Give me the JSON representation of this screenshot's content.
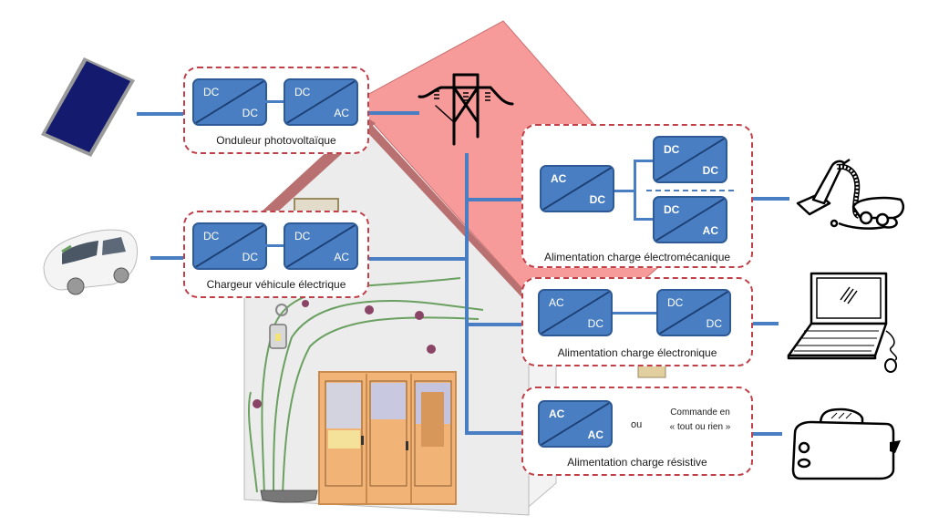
{
  "diagram": {
    "title": "Architecture de conversion d'énergie dans l'habitat",
    "colors": {
      "converter_fill": "#4a7ec2",
      "converter_border": "#2e5a96",
      "bus": "#4a7ec2",
      "group_border": "#c0404a",
      "roof": "#f79a9a",
      "wall": "#ececec"
    },
    "sources": [
      {
        "id": "solar-panel",
        "icon": "solar-panel-icon"
      },
      {
        "id": "electric-car",
        "icon": "electric-car-icon"
      }
    ],
    "grid": {
      "icon": "power-pylon-icon"
    },
    "groups": [
      {
        "id": "pv-inverter",
        "label": "Onduleur photovoltaïque",
        "converters": [
          {
            "in": "DC",
            "out": "DC"
          },
          {
            "in": "DC",
            "out": "AC"
          }
        ]
      },
      {
        "id": "ev-charger",
        "label": "Chargeur véhicule électrique",
        "converters": [
          {
            "in": "DC",
            "out": "DC"
          },
          {
            "in": "DC",
            "out": "AC"
          }
        ]
      },
      {
        "id": "electromechanical-load",
        "label": "Alimentation charge électromécanique",
        "converters": [
          {
            "in": "AC",
            "out": "DC"
          },
          {
            "in": "DC",
            "out": "DC"
          },
          {
            "in": "DC",
            "out": "AC"
          }
        ]
      },
      {
        "id": "electronic-load",
        "label": "Alimentation charge électronique",
        "converters": [
          {
            "in": "AC",
            "out": "DC"
          },
          {
            "in": "DC",
            "out": "DC"
          }
        ]
      },
      {
        "id": "resistive-load",
        "label": "Alimentation charge résistive",
        "converters": [
          {
            "in": "AC",
            "out": "AC"
          }
        ],
        "alternative_word": "ou",
        "alternative_line1": "Commande en",
        "alternative_line2": "« tout ou rien »"
      }
    ],
    "loads": [
      {
        "id": "vacuum-cleaner",
        "icon": "vacuum-cleaner-icon"
      },
      {
        "id": "laptop",
        "icon": "laptop-icon"
      },
      {
        "id": "toaster",
        "icon": "toaster-icon"
      }
    ]
  }
}
